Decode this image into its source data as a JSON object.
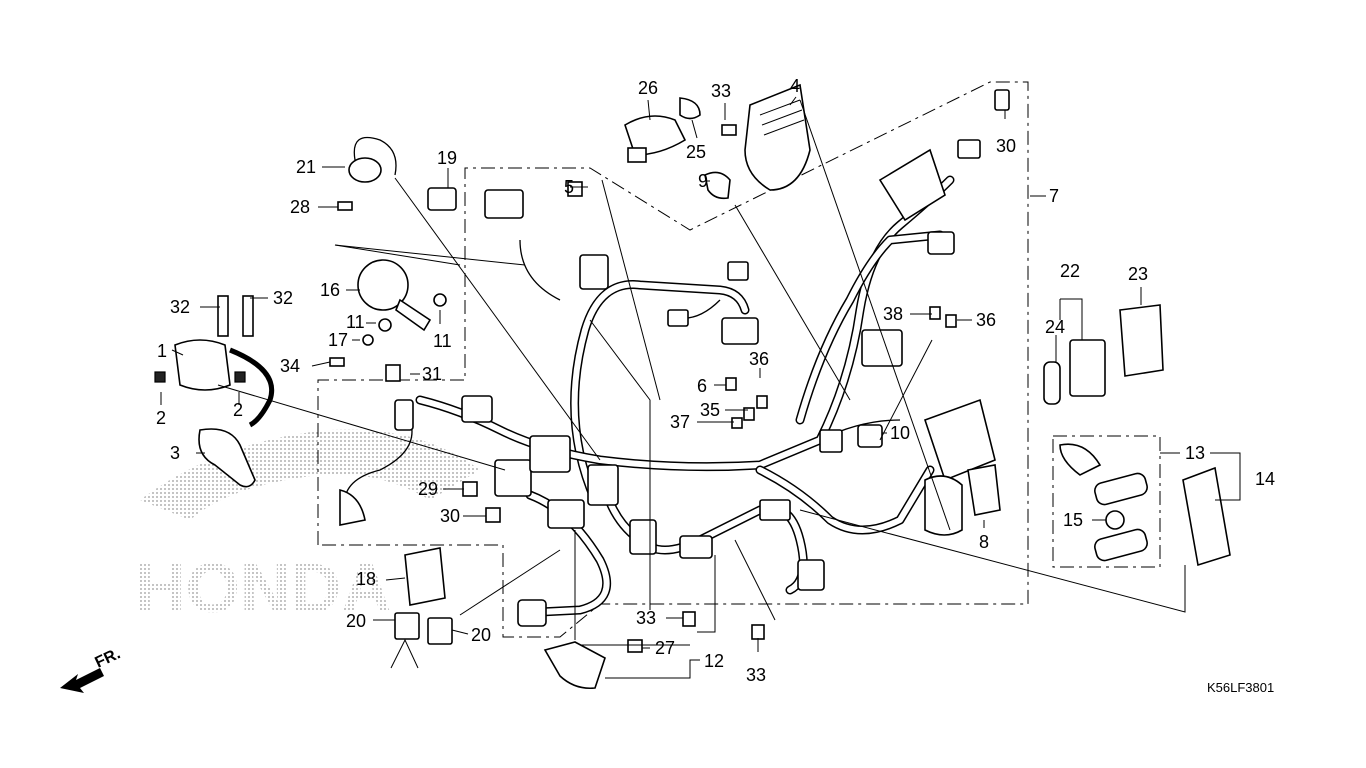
{
  "diagram": {
    "code": "K56LF3801",
    "front_label": "FR.",
    "watermark": "HONDA",
    "callouts": {
      "c1": "1",
      "c2a": "2",
      "c2b": "2",
      "c3": "3",
      "c4": "4",
      "c5": "5",
      "c6": "6",
      "c7": "7",
      "c8": "8",
      "c9": "9",
      "c10": "10",
      "c11a": "11",
      "c11b": "11",
      "c12": "12",
      "c13": "13",
      "c14": "14",
      "c15": "15",
      "c16": "16",
      "c17": "17",
      "c18": "18",
      "c19": "19",
      "c20a": "20",
      "c20b": "20",
      "c21": "21",
      "c22": "22",
      "c23": "23",
      "c24": "24",
      "c25": "25",
      "c26": "26",
      "c27": "27",
      "c28": "28",
      "c29": "29",
      "c30a": "30",
      "c30b": "30",
      "c31": "31",
      "c32a": "32",
      "c32b": "32",
      "c33a": "33",
      "c33b": "33",
      "c33c": "33",
      "c34": "34",
      "c35": "35",
      "c36a": "36",
      "c36b": "36",
      "c37": "37",
      "c38": "38"
    }
  }
}
